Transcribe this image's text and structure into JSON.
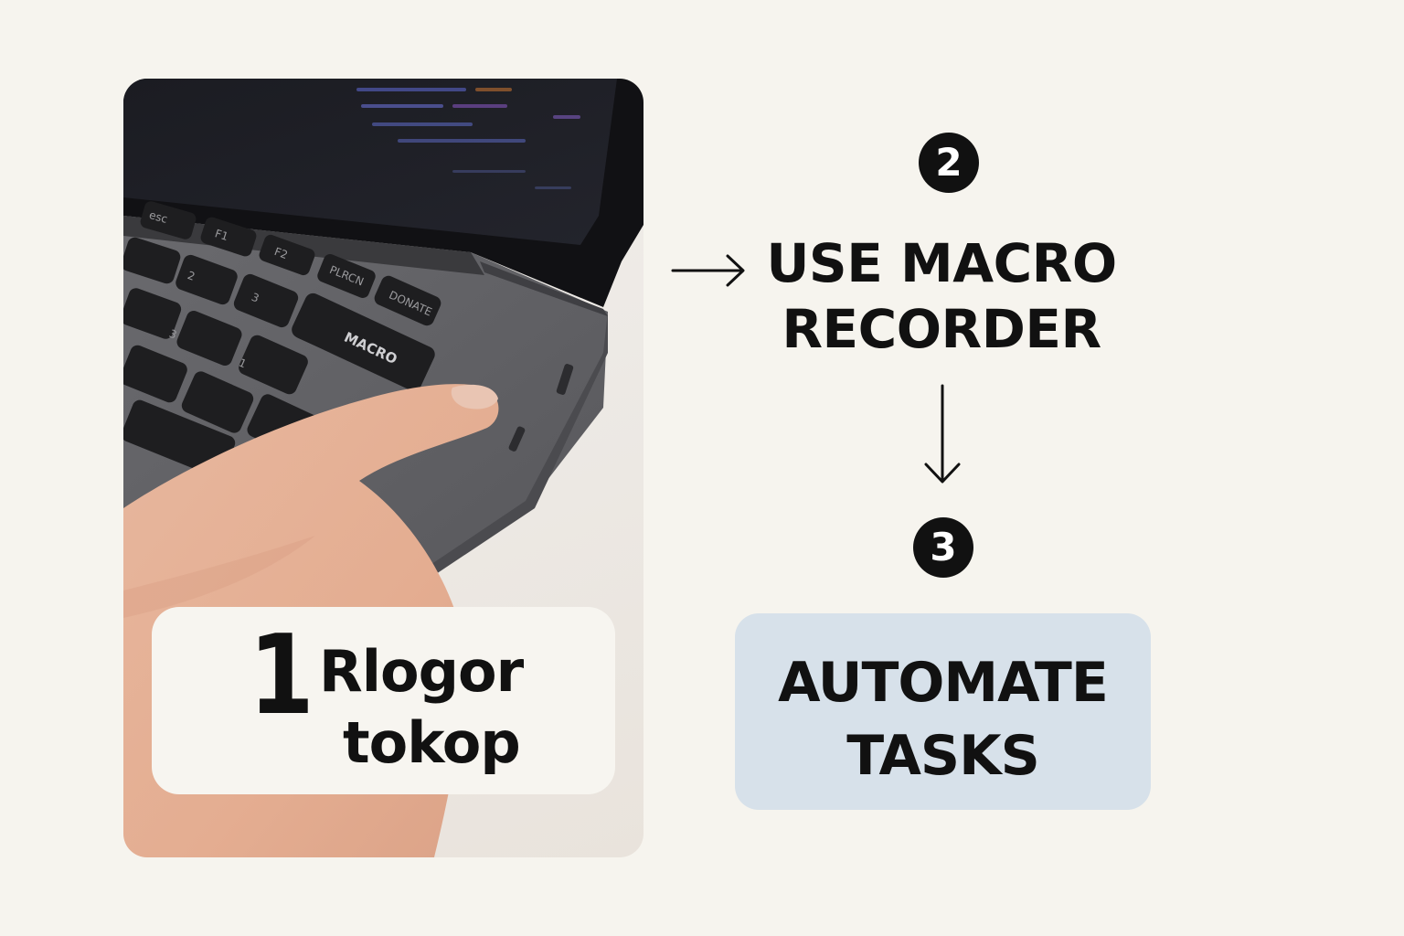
{
  "step1": {
    "number": "1",
    "text_line1": "Rlogor",
    "text_line2": "tokop",
    "key_label": "MACRO"
  },
  "step2": {
    "badge": "2",
    "title_line1": "USE MACRO",
    "title_line2": "RECORDER"
  },
  "step3": {
    "badge": "3",
    "title_line1": "AUTOMATE",
    "title_line2": "TASKS"
  },
  "colors": {
    "background": "#f6f4ee",
    "automate_box": "#d7e1ea",
    "badge": "#111111",
    "text": "#111111"
  },
  "icons": {
    "arrow_to_step2": "arrow-right-icon",
    "arrow_to_step3": "arrow-down-icon"
  }
}
